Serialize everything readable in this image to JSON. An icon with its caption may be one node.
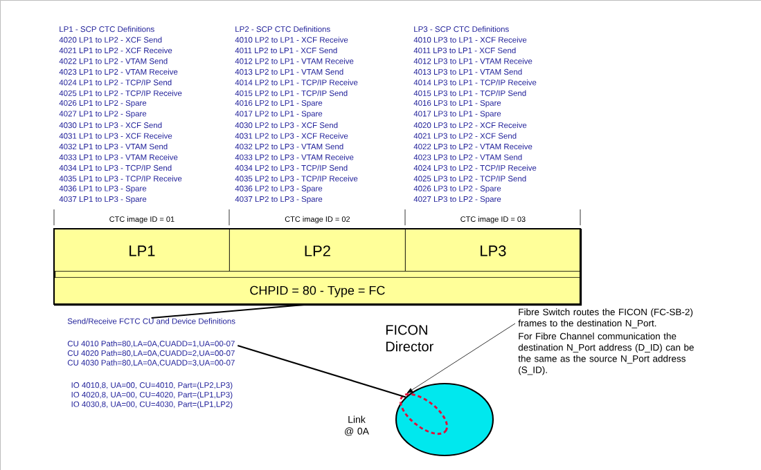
{
  "diagram": {
    "nodes": [
      {
        "text": [
          "LP1"
        ],
        "in": 8,
        "beside": [
          "CTC image ID = 01"
        ]
      },
      {
        "text": [
          "LP2"
        ],
        "in": 8,
        "beside": [
          "CTC image ID = 02"
        ]
      },
      {
        "text": [
          "LP3"
        ],
        "in": 8,
        "beside": [
          "CTC image ID = 03"
        ]
      },
      {
        "text": [
          "CHPID = 80 - Type = FC"
        ],
        "in": 8
      },
      {
        "text": [
          "Send/Receive FCTC CU and Device Definitions",
          "CU 4010 Path=80,LA=0A,CUADD=1,UA=00-07",
          "CU 4020 Path=80,LA=0A,CUADD=2,UA=00-07",
          "CU 4030 Path=80,LA=0A,CUADD=3,UA=00-07",
          "IO 4010,8, UA=00, CU=4010, Part=(LP2,LP3)",
          "IO 4020,8, UA=00, CU=4020, Part=(LP1,LP3)",
          "IO 4030,8, UA=00, CU=4030, Part=(LP1,LP2)"
        ]
      },
      {
        "text": [
          "FICON Director"
        ],
        "beside": [
          "Link @ 0A"
        ]
      },
      {
        "text": [],
        "shape": "circle",
        "in": 5
      },
      {
        "text": [
          "Fibre Switch routes the FICON (FC-SB-2) frames to the destination N_Port.",
          "For Fibre Channel communication the destination N_Port address (D_ID) can be the same as the source N_Port address (S_ID)."
        ]
      },
      {
        "text": [],
        "shape": "box"
      }
    ],
    "edges": [
      {
        "from": 3,
        "to": 4,
        "arrow": "none"
      },
      {
        "from": 4,
        "to": 5,
        "arrow": "none"
      },
      {
        "from": 7,
        "to": 6,
        "arrow": "to"
      }
    ],
    "labels": [
      "LP1 - SCP CTC Definitions",
      "4020 LP1 to LP2 - XCF Send",
      "4021 LP1 to LP2 - XCF Receive",
      "4022 LP1 to LP2 - VTAM Send",
      "4023 LP1 to LP2 - VTAM Receive",
      "4024 LP1 to LP2 - TCP/IP Send",
      "4025 LP1 to LP2 - TCP/IP Receive",
      "4026 LP1 to LP2 - Spare",
      "4027 LP1 to LP2 - Spare",
      "4030 LP1 to LP3 - XCF Send",
      "4031 LP1 to LP3 - XCF Receive",
      "4032 LP1 to LP3 - VTAM Send",
      "4033 LP1 to LP3 - VTAM Receive",
      "4034 LP1 to LP3 - TCP/IP Send",
      "4035 LP1 to LP3 - TCP/IP Receive",
      "4036 LP1 to LP3 - Spare",
      "4037 LP1 to LP3 - Spare",
      "LP2 - SCP CTC Definitions",
      "4010 LP2 to LP1 - XCF Receive",
      "4011 LP2 to LP1 - XCF Send",
      "4012 LP2 to LP1 - VTAM Receive",
      "4013 LP2 to LP1 - VTAM Send",
      "4014 LP2 to LP1 - TCP/IP Receive",
      "4015 LP2 to LP1 - TCP/IP Send",
      "4016 LP2 to LP1 - Spare",
      "4017 LP2 to LP1 - Spare",
      "4030 LP2 to LP3 - XCF Send",
      "4031 LP2 to LP3 - XCF Receive",
      "4032 LP2 to LP3 - VTAM Send",
      "4033 LP2 to LP3 - VTAM Receive",
      "4034 LP2 to LP3 - TCP/IP Send",
      "4035 LP2 to LP3 - TCP/IP Receive",
      "4036 LP2 to LP3 - Spare",
      "4037 LP2 to LP3 - Spare",
      "LP3 - SCP CTC Definitions",
      "4010 LP3 to LP1 - XCF Receive",
      "4011 LP3 to LP1 - XCF Send",
      "4012 LP3 to LP1 - VTAM Receive",
      "4013 LP3 to LP1 - VTAM Send",
      "4014 LP3 to LP1 - TCP/IP Receive",
      "4015 LP3 to LP1 - TCP/IP Send",
      "4016 LP3 to LP1 - Spare",
      "4017 LP3 to LP1 - Spare",
      "4020 LP3 to LP2 - XCF Receive",
      "4021 LP3 to LP2 - XCF Send",
      "4022 LP3 to LP2 - VTAM Receive",
      "4023 LP3 to LP2 - VTAM Send",
      "4024 LP3 to LP2 - TCP/IP Receive",
      "4025 LP3 to LP2 - TCP/IP Send",
      "4026 LP3 to LP2 - Spare",
      "4027 LP3 to LP2 - Spare"
    ]
  }
}
